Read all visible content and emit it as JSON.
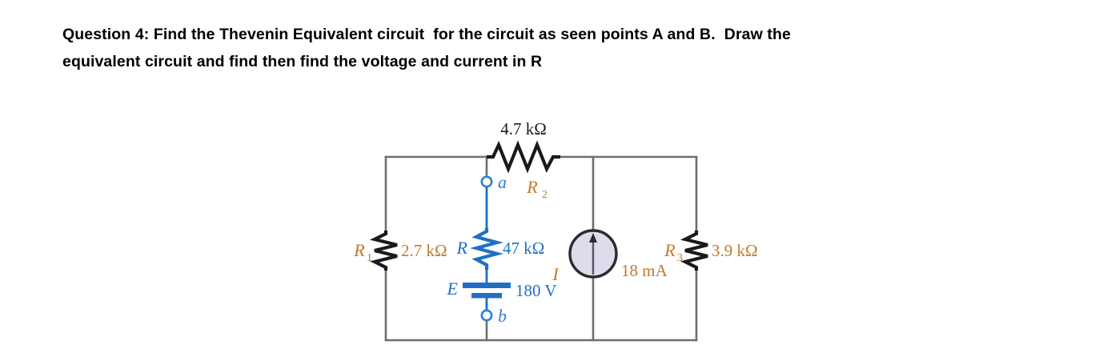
{
  "question": {
    "lines": [
      "Question 4: Find the Thevenin Equivalent circuit  for the circuit as seen points A and B.  Draw the",
      "equivalent circuit and find then find the voltage and current in R"
    ]
  },
  "circuit": {
    "title": "resistive-network-with-voltage-and-current-source",
    "colors": {
      "wire_gray": "#6e6e6e",
      "component_black": "#1a1a1a",
      "branch_blue": "#1f6fc4",
      "label_orange": "#c07a2a",
      "label_blue": "#2b7fd4",
      "source_fill": "#dcdcec",
      "source_stroke": "#2b2b2b"
    },
    "components": [
      {
        "id": "R1",
        "name": "resistor-r1",
        "designator": "R",
        "subscript": "1",
        "value": "2.7 kΩ",
        "designator_color": "#c07a2a",
        "value_color": "#c07a2a",
        "symbol_color": "#1a1a1a",
        "orientation": "vertical"
      },
      {
        "id": "R2",
        "name": "resistor-r2",
        "designator": "R",
        "subscript": "2",
        "value": "4.7 kΩ",
        "designator_color": "#c07a2a",
        "value_color": "#1a1a1a",
        "symbol_color": "#1a1a1a",
        "orientation": "horizontal"
      },
      {
        "id": "R",
        "name": "resistor-r-load",
        "designator": "R",
        "subscript": "",
        "value": "47 kΩ",
        "designator_color": "#1f6fc4",
        "value_color": "#1f6fc4",
        "symbol_color": "#1f6fc4",
        "orientation": "vertical"
      },
      {
        "id": "R3",
        "name": "resistor-r3",
        "designator": "R",
        "subscript": "3",
        "value": "3.9 kΩ",
        "designator_color": "#c07a2a",
        "value_color": "#c07a2a",
        "symbol_color": "#1a1a1a",
        "orientation": "vertical"
      },
      {
        "id": "E",
        "name": "voltage-source-e",
        "designator": "E",
        "subscript": "",
        "value": "180 V",
        "designator_color": "#1f6fc4",
        "value_color": "#1f6fc4",
        "symbol_color": "#1f6fc4",
        "orientation": "vertical"
      },
      {
        "id": "I",
        "name": "current-source-i",
        "designator": "I",
        "subscript": "",
        "value": "18 mA",
        "designator_color": "#c07a2a",
        "value_color": "#c07a2a",
        "symbol_color": "#2b2b2b",
        "orientation": "vertical"
      }
    ],
    "terminals": [
      {
        "id": "a",
        "name": "terminal-a",
        "label": "a",
        "color": "#2b7fd4"
      },
      {
        "id": "b",
        "name": "terminal-b",
        "label": "b",
        "color": "#2b7fd4"
      }
    ]
  }
}
